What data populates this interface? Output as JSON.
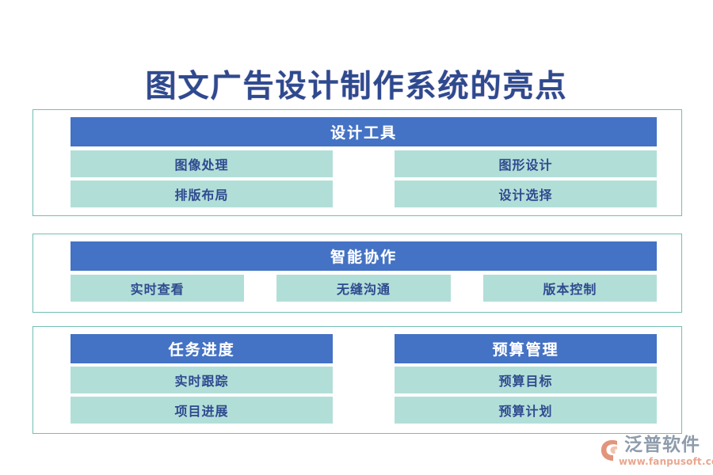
{
  "page": {
    "title": "图文广告设计制作系统的亮点",
    "background_color": "#FFFFFF",
    "accent_header_color": "#4472C4",
    "accent_item_color": "#B2DED8",
    "border_color": "#72BFB4",
    "title_color": "#2E4A8F",
    "item_text_color": "#2E4A8F"
  },
  "sections": [
    {
      "id": "section-1",
      "layout": "full-header-two-columns",
      "header": "设计工具",
      "columns": [
        {
          "items": [
            "图像处理",
            "排版布局"
          ]
        },
        {
          "items": [
            "图形设计",
            "设计选择"
          ]
        }
      ]
    },
    {
      "id": "section-2",
      "layout": "full-header-three-columns",
      "header": "智能协作",
      "columns": [
        {
          "items": [
            "实时查看"
          ]
        },
        {
          "items": [
            "无缝沟通"
          ]
        },
        {
          "items": [
            "版本控制"
          ]
        }
      ]
    },
    {
      "id": "section-3",
      "layout": "two-headed-columns",
      "columns": [
        {
          "header": "任务进度",
          "items": [
            "实时跟踪",
            "项目进展"
          ]
        },
        {
          "header": "预算管理",
          "items": [
            "预算目标",
            "预算计划"
          ]
        }
      ]
    }
  ],
  "logo": {
    "brand": "泛普软件",
    "url": "www.fanpusoft.com",
    "mark_color": "#E2957C",
    "mark_inner_color": "#F0C3AE",
    "brand_color": "#8D9BAB",
    "url_color": "#E9A68F"
  }
}
